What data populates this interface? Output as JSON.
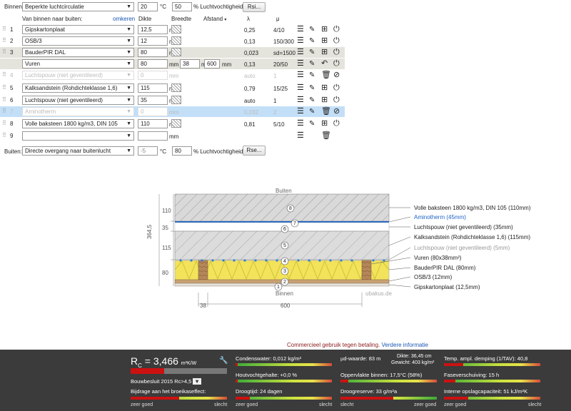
{
  "top": {
    "binnen_label": "Binnen",
    "binnen_select": "Beperkte luchtcirculatie",
    "binnen_temp": "20",
    "temp_unit": "°C",
    "binnen_rh": "50",
    "rh_label": "% Luchtvochtigheid",
    "rsi_button": "Rsi...",
    "buiten_label": "Buiten:",
    "buiten_select": "Directe overgang naar buitenlucht",
    "buiten_temp": "-5",
    "buiten_rh": "80",
    "rse_button": "Rse..."
  },
  "headers": {
    "order": "Van binnen naar buiten:",
    "omkeren": "omkeren",
    "dikte": "Dikte",
    "breedte": "Breedte",
    "afstand": "Afstand",
    "lambda": "λ",
    "mu": "μ",
    "mm": "mm"
  },
  "layers": [
    {
      "num": "1",
      "name": "Gipskartonplaat",
      "dikte": "12,5",
      "lambda": "0,25",
      "mu": "4/10"
    },
    {
      "num": "2",
      "name": "OSB/3",
      "dikte": "12",
      "lambda": "0,13",
      "mu": "150/300"
    },
    {
      "num": "3",
      "name": "BauderPIR DAL",
      "dikte": "80",
      "lambda": "0,023",
      "mu": "sd=1500"
    },
    {
      "num": "",
      "name": "Vuren",
      "dikte": "80",
      "breedte": "38",
      "afstand": "600",
      "lambda": "0,13",
      "mu": "20/50"
    },
    {
      "num": "4",
      "name": "Luchtspouw (niet geventileerd)",
      "dikte": "0",
      "lambda": "auto",
      "mu": "1"
    },
    {
      "num": "5",
      "name": "Kalksandstein (Rohdichteklasse 1,6)",
      "dikte": "115",
      "lambda": "0,79",
      "mu": "15/25"
    },
    {
      "num": "6",
      "name": "Luchtspouw (niet geventileerd)",
      "dikte": "35",
      "lambda": "auto",
      "mu": "1"
    },
    {
      "num": "7",
      "name": "Aminotherm",
      "dikte": "0",
      "lambda": "0,032",
      "mu": "2"
    },
    {
      "num": "8",
      "name": "Volle baksteen 1800 kg/m3, DIN 105",
      "dikte": "110",
      "lambda": "0,81",
      "mu": "5/10"
    },
    {
      "num": "9",
      "name": "",
      "dikte": "",
      "lambda": "",
      "mu": ""
    }
  ],
  "diagram": {
    "buiten": "Buiten",
    "binnen": "Binnen",
    "watermark": "ubakus.de",
    "total": "364,5",
    "left_dims": [
      "110",
      "35",
      "115",
      "80"
    ],
    "bottom_dims": [
      "38",
      "600"
    ],
    "labels": [
      "Volle baksteen 1800 kg/m3, DIN 105 (110mm)",
      "Aminotherm (45mm)",
      "Luchtspouw (niet geventileerd) (35mm)",
      "Kalksandstein (Rohdichteklasse 1,6) (115mm)",
      "Luchtspouw (niet geventileerd) (5mm)",
      "Vuren (80x38mm²)",
      "BauderPIR DAL (80mm)",
      "OSB/3 (12mm)",
      "Gipskartonplaat (12,5mm)"
    ],
    "circles": [
      "8",
      "7",
      "6",
      "5",
      "4",
      "3",
      "2",
      "1"
    ]
  },
  "notice": {
    "text": "Commercieel gebruik tegen betaling.",
    "link": "Verdere informatie"
  },
  "results": {
    "rc_label": "R",
    "rc_sub": "C",
    "rc_eq": " = 3,466",
    "rc_unit": "m²K/W",
    "rc_fill": 0.35,
    "bouwbesluit": "Bouwbesluit 2015 Rc>4,5",
    "broeikas": "Bijdrage aan het broeikaseffect:",
    "condens": "Condenswater: 0,012 kg/m²",
    "houtvocht": "Houtvochtgehalte: +0,0 %",
    "droogtijd": "Droogtijd: 24 dagen",
    "mud": "µd-waarde: 83 m",
    "dikte": "Dikte: 36,45 cm",
    "gewicht": "Gewicht: 403 kg/m²",
    "oppervlakte": "Oppervlakte binnen: 17,5°C (58%)",
    "droogreserve": "Droogreserve: 33 g/m²a",
    "temp_ampl": "Temp. ampl. demping (1/TAV): 40,8",
    "faseverschuiving": "Faseverschuiving: 15 h",
    "opslag": "Interne opslagcapaciteit: 51 kJ/m²K",
    "zeer_goed": "zeer goed",
    "slecht": "slecht"
  }
}
